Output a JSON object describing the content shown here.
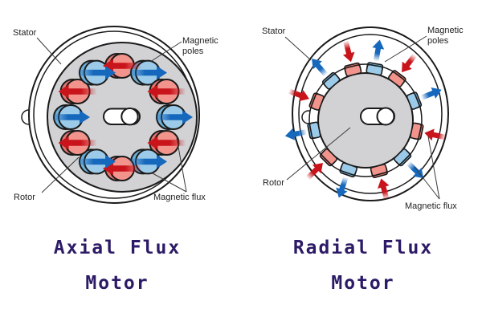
{
  "titles": {
    "left": "Axial Flux Motor",
    "right": "Radial Flux Motor"
  },
  "left": {
    "labels": {
      "stator": "Stator",
      "magnetic_poles": "Magnetic poles",
      "rotor": "Rotor",
      "magnetic_flux": "Magnetic flux"
    },
    "arrow_rule": {
      "red": "left",
      "blue": "right"
    },
    "magnets": [
      {
        "angle_deg": 90,
        "pole": "red"
      },
      {
        "angle_deg": 60,
        "pole": "blue"
      },
      {
        "angle_deg": 30,
        "pole": "red"
      },
      {
        "angle_deg": 0,
        "pole": "blue"
      },
      {
        "angle_deg": -30,
        "pole": "red"
      },
      {
        "angle_deg": -60,
        "pole": "blue"
      },
      {
        "angle_deg": -90,
        "pole": "red"
      },
      {
        "angle_deg": -120,
        "pole": "blue"
      },
      {
        "angle_deg": -150,
        "pole": "red"
      },
      {
        "angle_deg": 180,
        "pole": "blue"
      },
      {
        "angle_deg": 150,
        "pole": "red"
      },
      {
        "angle_deg": 120,
        "pole": "blue"
      }
    ]
  },
  "right": {
    "labels": {
      "stator": "Stator",
      "magnetic_poles": "Magnetic poles",
      "rotor": "Rotor",
      "magnetic_flux": "Magnetic flux"
    },
    "arrow_rule": {
      "red": "inward",
      "blue": "outward"
    },
    "magnets": [
      {
        "angle_deg": 80,
        "pole": "blue"
      },
      {
        "angle_deg": 104,
        "pole": "red"
      },
      {
        "angle_deg": 131,
        "pole": "blue"
      },
      {
        "angle_deg": 159,
        "pole": "red"
      },
      {
        "angle_deg": 191,
        "pole": "blue"
      },
      {
        "angle_deg": 225,
        "pole": "red"
      },
      {
        "angle_deg": 251,
        "pole": "blue"
      },
      {
        "angle_deg": 285,
        "pole": "red"
      },
      {
        "angle_deg": 315,
        "pole": "blue"
      },
      {
        "angle_deg": 348,
        "pole": "red"
      },
      {
        "angle_deg": 22,
        "pole": "blue"
      },
      {
        "angle_deg": 53,
        "pole": "red"
      }
    ]
  },
  "colors": {
    "outline": "#1a1a1a",
    "disc_gray": "#d2d2d4",
    "leader_line": "#3a3a3a",
    "label_text": "#222222",
    "title_color": "#2c1a66",
    "background": "#ffffff",
    "pole_red_fill": "#f2948c",
    "pole_red_dark": "#e4766e",
    "arrow_red": "#c8141a",
    "pole_blue_fill": "#9ccbe9",
    "pole_blue_dark": "#6fb0d8",
    "arrow_blue": "#1668bd"
  }
}
